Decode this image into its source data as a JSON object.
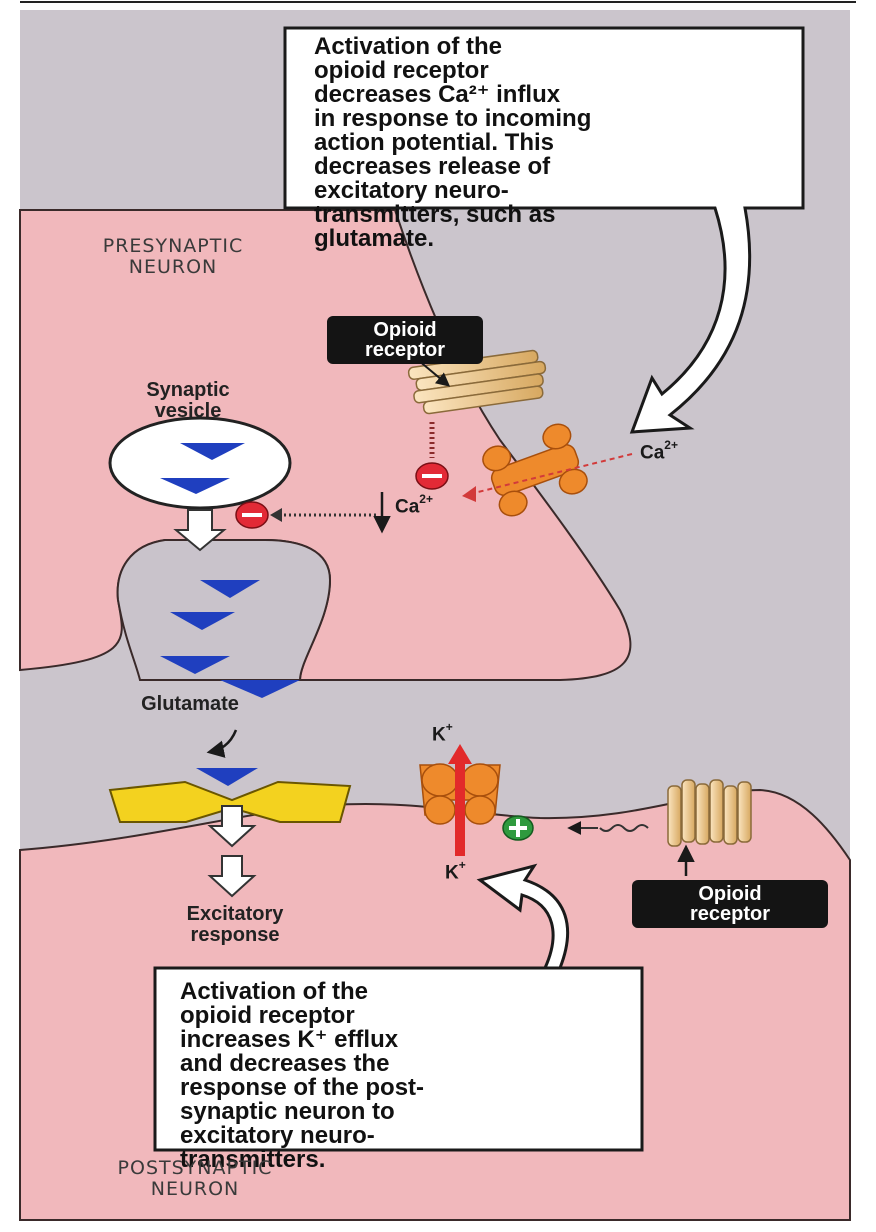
{
  "callouts": {
    "top": [
      "Activation of the",
      "opioid receptor",
      "decreases Ca²⁺ influx",
      "in response to incoming",
      "action potential. This",
      "decreases release of",
      "excitatory neuro-",
      "transmitters, such as",
      "glutamate."
    ],
    "bottom": [
      "Activation of the",
      "opioid receptor",
      "increases K⁺ efflux",
      "and decreases the",
      "response of the post-",
      "synaptic neuron to",
      "excitatory neuro-",
      "transmitters."
    ]
  },
  "labels": {
    "presynaptic": [
      "PRESYNAPTIC",
      "NEURON"
    ],
    "postsynaptic": [
      "POSTSYNAPTIC",
      "NEURON"
    ],
    "synaptic_vesicle": [
      "Synaptic",
      "vesicle"
    ],
    "glutamate": "Glutamate",
    "excitatory_response": [
      "Excitatory",
      "response"
    ],
    "opioid_receptor_top": [
      "Opioid",
      "receptor"
    ],
    "opioid_receptor_bottom": [
      "Opioid",
      "receptor"
    ]
  },
  "ions": {
    "ca_top": "Ca",
    "ca_top_charge": "2+",
    "ca_mid": "Ca",
    "ca_mid_charge": "2+",
    "k_top": "K",
    "k_top_charge": "+",
    "k_bottom": "K",
    "k_bottom_charge": "+"
  },
  "symbols": {
    "inhibit": "−",
    "activate": "+"
  },
  "colors": {
    "presynaptic_fill": "#f2b8bc",
    "synaptic_cleft": "#c9c3cb",
    "postsynaptic_fill": "#f2b8bc",
    "vesicle_contents": "#1f3fbf",
    "receptor_tan": "#f1cf9a",
    "channel_orange": "#ee8a2c",
    "glutamate_receptor": "#f3d21f",
    "inhibit_red": "#e22a36",
    "activate_green": "#2f9a3e"
  }
}
